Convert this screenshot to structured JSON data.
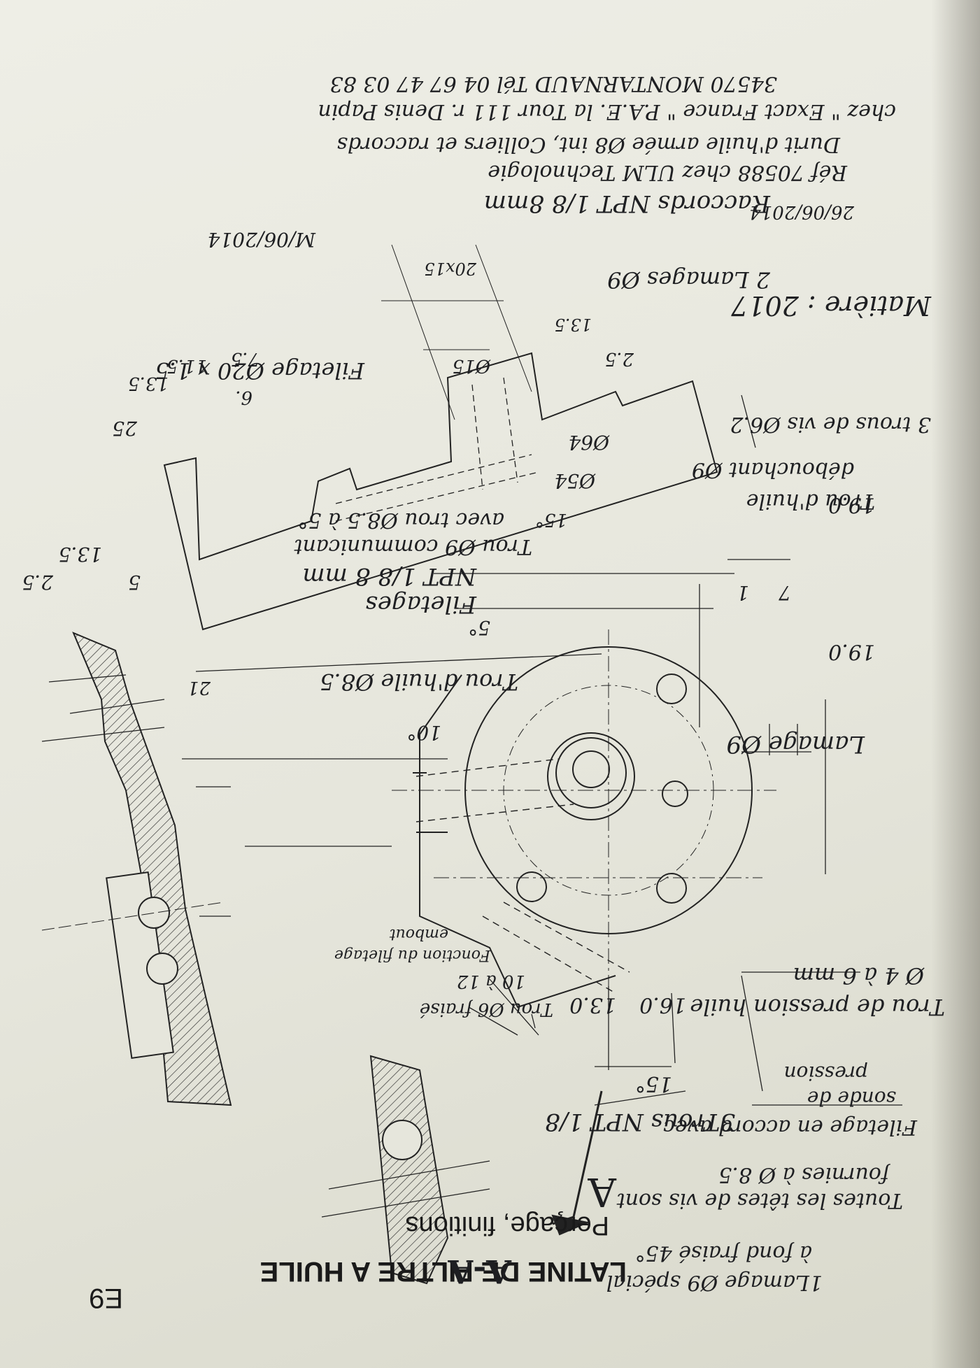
{
  "header": {
    "page_number": "E9",
    "title": "LATINE DE FILTRE A HUILE",
    "subtitle": "Perçage, finitions"
  },
  "section": {
    "label": "A-A",
    "marker": "A"
  },
  "notes": {
    "lamage_special": [
      "1Lamage Ø9 spécial",
      "à fond fraisé 45°"
    ],
    "screw_heads": [
      "Toutes les têtes de vis sont",
      "fournies à Ø 8.5"
    ],
    "threading": [
      "Filetage en accord avec",
      "sonde de",
      "pression"
    ],
    "three_holes_npt": "3Trous NPT 1/8",
    "pressure_hole": [
      "Trou de pression huile",
      "Ø 4 à 6 mm"
    ],
    "trou_fraise": [
      "Trou Ø6 fraisé",
      "10 à 12"
    ],
    "fonction_filetage": [
      "Fonction du filetage",
      "embout"
    ],
    "lamage_9": "Lamage Ø9",
    "trou_huile_85": "Trou d'huile Ø8.5",
    "filetages": [
      "Filetages",
      "NPT 1/8 8 mm"
    ],
    "trou_9_comm": [
      "Trou Ø9 communicant",
      "avec trou Ø8.5 à 5°"
    ],
    "trou_huile_9": [
      "Trou d'huile",
      "débouchant Ø9"
    ],
    "trous_vis": "3 trous de vis Ø6.2",
    "filetage_20": "Filetage Ø20 x 1.5",
    "lamages_2": "2 Lamages Ø9",
    "matiere": "Matière : 2017",
    "date_1": "M/06/2014",
    "date_2": "26/06/2014",
    "raccords_npt": "Raccords NPT 1/8 8mm",
    "ref_ulm": "Réf 70588 chez ULM Technologie",
    "durit": "Durit d'huile armée Ø8 int, Colliers et raccords",
    "exact_france": "chez \" Exact France \" P.A.E. la Tour 111 r. Denis Papin",
    "address": "34570 MONTARNAUD Tél 04 67 47 03 83"
  },
  "dims": {
    "angle_15_bottom": "15°",
    "angle_15_top": "15°",
    "angle_10": "10°",
    "angle_5": "5°",
    "d16": "16.0",
    "d13": "13.0",
    "d21": "21",
    "d19_bottom": "19.0",
    "d19_top": "19.0",
    "d7": "7",
    "d1": "1",
    "d5": "5",
    "d13_5_left": "13.5",
    "d2_5_left": "2.5",
    "d54": "Ø54",
    "d64": "Ø64",
    "d25": "25",
    "d13_5_a": "13.5",
    "d6": "6.",
    "d7_5": "7.5",
    "d11_5": "11.5",
    "d13_5_top": "13.5",
    "d2_5_top": "2.5",
    "dia15": "Ø15",
    "d20x15": "20x15"
  }
}
